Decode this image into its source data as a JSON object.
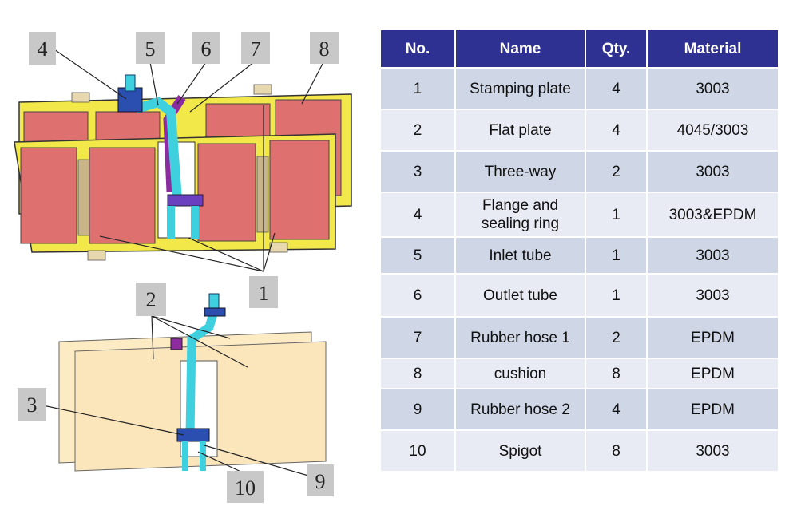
{
  "callouts": [
    "1",
    "2",
    "3",
    "4",
    "5",
    "6",
    "7",
    "8",
    "9",
    "10"
  ],
  "table": {
    "headers": [
      "No.",
      "Name",
      "Qty.",
      "Material"
    ],
    "rows": [
      {
        "no": "1",
        "name": "Stamping plate",
        "qty": "4",
        "material": "3003"
      },
      {
        "no": "2",
        "name": "Flat plate",
        "qty": "4",
        "material": "4045/3003"
      },
      {
        "no": "3",
        "name": "Three-way",
        "qty": "2",
        "material": "3003"
      },
      {
        "no": "4",
        "name": "Flange and sealing ring",
        "qty": "1",
        "material": "3003&EPDM"
      },
      {
        "no": "5",
        "name": "Inlet tube",
        "qty": "1",
        "material": "3003"
      },
      {
        "no": "6",
        "name": "Outlet tube",
        "qty": "1",
        "material": "3003"
      },
      {
        "no": "7",
        "name": "Rubber hose 1",
        "qty": "2",
        "material": "EPDM"
      },
      {
        "no": "8",
        "name": "cushion",
        "qty": "8",
        "material": "EPDM"
      },
      {
        "no": "9",
        "name": "Rubber hose 2",
        "qty": "4",
        "material": "EPDM"
      },
      {
        "no": "10",
        "name": "Spigot",
        "qty": "8",
        "material": "3003"
      }
    ]
  }
}
